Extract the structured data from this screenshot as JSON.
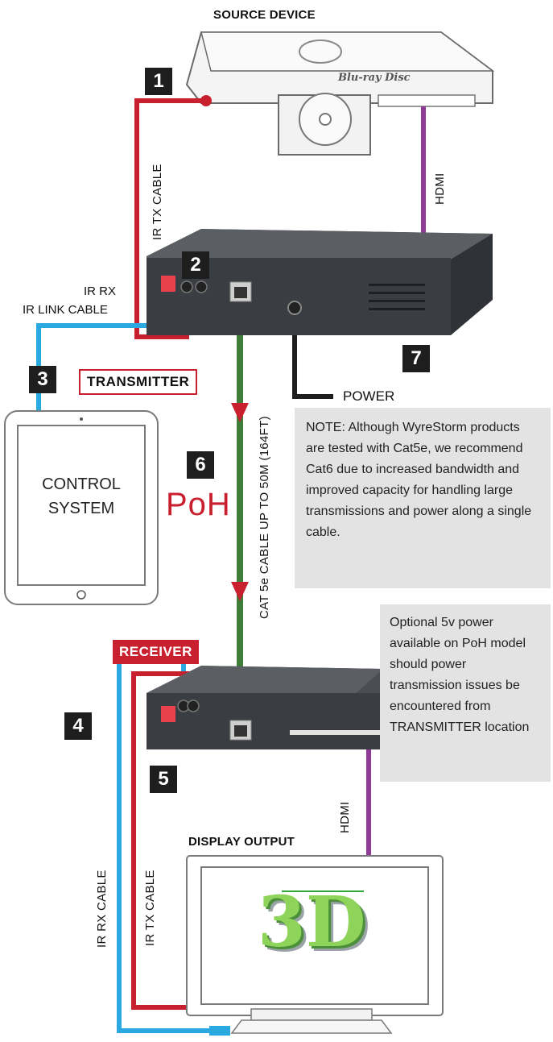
{
  "source_device": {
    "title": "SOURCE DEVICE",
    "logo_text": "Blu-ray Disc"
  },
  "display_output": {
    "title": "DISPLAY OUTPUT",
    "screen_text": "3D"
  },
  "control_system": {
    "label_line1": "CONTROL",
    "label_line2": "SYSTEM"
  },
  "transmitter": {
    "tag": "TRANSMITTER"
  },
  "receiver": {
    "tag": "RECEIVER"
  },
  "poh_logo": "PoH",
  "badges": [
    "1",
    "2",
    "3",
    "4",
    "5",
    "6",
    "7"
  ],
  "cables": {
    "ir_tx_top": "IR TX CABLE",
    "ir_rx": "IR RX",
    "ir_link": "IR LINK CABLE",
    "hdmi_top": "HDMI",
    "hdmi_bottom": "HDMI",
    "power": "POWER",
    "cat": "CAT 5e CABLE UP TO 50M (164FT)",
    "ir_rx_bottom": "IR RX CABLE",
    "ir_tx_bottom": "IR TX CABLE"
  },
  "notes": {
    "cat_note": "NOTE: Although WyreStorm products are tested with Cat5e, we recommend Cat6 due to increased bandwidth and improved capacity for handling large transmissions and power along a single cable.",
    "power_note": "Optional 5v power available on PoH model should power transmission issues be encountered from TRANSMITTER location"
  },
  "colors": {
    "ir_tx": "#c8202e",
    "ir_rx": "#2aa9e0",
    "hdmi": "#8e3a96",
    "cat": "#3f7d3a",
    "power": "#1e1e1e",
    "device": "#3a3d42",
    "badge": "#1e1e1e"
  }
}
